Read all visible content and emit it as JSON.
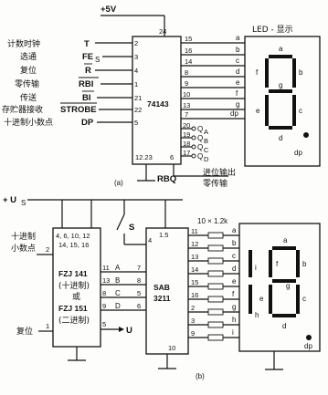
{
  "top": {
    "supply": "+5V",
    "chip_name": "74143",
    "chip_vcc_pin": "24",
    "chip_gnd_pins": "12.23",
    "chip_rbo_pin": "6",
    "inputs": [
      {
        "label_cn": "计数时钟",
        "label": "T",
        "pin": "2"
      },
      {
        "label_cn": "选通",
        "label": "FE",
        "label_sub": "S",
        "pin": "3"
      },
      {
        "label_cn": "复位",
        "label": "R",
        "pin": "4"
      },
      {
        "label_cn": "零传输",
        "label": "RBI",
        "pin": "1"
      },
      {
        "label_cn": "传送",
        "label": "BI",
        "pin": "21"
      },
      {
        "label_cn": "存贮器接收",
        "label": "STROBE",
        "pin": "22"
      },
      {
        "label_cn": "十进制小数点",
        "label": "DP",
        "pin": "5"
      }
    ],
    "seg_outputs": [
      {
        "pin": "15",
        "seg": "a"
      },
      {
        "pin": "16",
        "seg": "b"
      },
      {
        "pin": "14",
        "seg": "c"
      },
      {
        "pin": "8",
        "seg": "d"
      },
      {
        "pin": "9",
        "seg": "e"
      },
      {
        "pin": "10",
        "seg": "f"
      },
      {
        "pin": "13",
        "seg": "g"
      },
      {
        "pin": "7",
        "seg": "dp"
      }
    ],
    "q_outputs": [
      {
        "pin": "20",
        "label": "Q",
        "sub": "A"
      },
      {
        "pin": "19",
        "label": "Q",
        "sub": "B"
      },
      {
        "pin": "18",
        "label": "Q",
        "sub": "C"
      },
      {
        "pin": "17",
        "label": "Q",
        "sub": "D"
      }
    ],
    "display_label": "LED - 显示",
    "display_segments": [
      "a",
      "b",
      "c",
      "d",
      "e",
      "f",
      "g",
      "dp"
    ],
    "rbo_label": "RBQ",
    "carry_label": "进位输出",
    "zero_label": "零传输",
    "caption": "(a)"
  },
  "bottom": {
    "supply": "+ U",
    "supply_sub": "S",
    "switch_label": "S",
    "counter": {
      "pins_top_1": "4, 6, 10, 12",
      "pins_top_2": "14, 15, 16",
      "name1": "FZJ 141",
      "name1_sub": "(十进制)",
      "or": "或",
      "name2": "FZJ 151",
      "name2_sub": "(二进制)",
      "outputs": [
        {
          "pin": "11",
          "label": "A",
          "to_pin": "7"
        },
        {
          "pin": "13",
          "label": "B",
          "to_pin": "8"
        },
        {
          "pin": "8",
          "label": "C",
          "to_pin": "5"
        },
        {
          "pin": "9",
          "label": "D",
          "to_pin": "6"
        }
      ],
      "reset_label": "复位",
      "reset_pin": "1",
      "u_pin": "5",
      "u_label": "U"
    },
    "decimal_label_1": "十进制",
    "decimal_label_2": "小数点",
    "decimal_pin": "2",
    "decoder": {
      "name": "SAB",
      "name2": "3211",
      "top_pins": "1.5",
      "s_pin": "4",
      "gnd_pin": "10"
    },
    "resistor_label": "10 × 1.2k",
    "seg_outputs": [
      {
        "pin": "11",
        "seg": "a"
      },
      {
        "pin": "12",
        "seg": "b"
      },
      {
        "pin": "13",
        "seg": "c"
      },
      {
        "pin": "14",
        "seg": "d"
      },
      {
        "pin": "15",
        "seg": "e"
      },
      {
        "pin": "16",
        "seg": "f"
      },
      {
        "pin": "2",
        "seg": "g"
      },
      {
        "pin": "3",
        "seg": "h"
      },
      {
        "pin": "9",
        "seg": "i"
      }
    ],
    "display_segments": [
      "a",
      "b",
      "c",
      "d",
      "e",
      "f",
      "g",
      "h",
      "i",
      "dp"
    ],
    "caption": "(b)"
  }
}
